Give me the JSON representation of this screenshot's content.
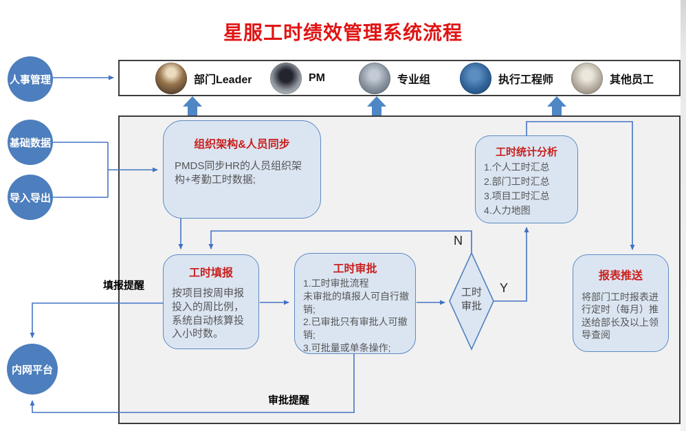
{
  "title": "星服工时绩效管理系统流程",
  "colors": {
    "title_red": "#e01414",
    "box_title_red": "#c9201d",
    "node_blue": "#4d7ebd",
    "connector_blue": "#4472c4",
    "box_fill": "#dbe5f2",
    "box_border": "#5c8ac0",
    "canvas_gray": "#f1f1f1"
  },
  "roles": [
    {
      "label": "部门Leader",
      "avatar": "dept-leader-photo"
    },
    {
      "label": "PM",
      "avatar": "pm-photo"
    },
    {
      "label": "专业组",
      "avatar": "professional-team-photo"
    },
    {
      "label": "执行工程师",
      "avatar": "field-engineer-photo"
    },
    {
      "label": "其他员工",
      "avatar": "other-staff-photo"
    }
  ],
  "left_nodes": [
    {
      "label": "人事管理"
    },
    {
      "label": "基础数据"
    },
    {
      "label": "导入导出"
    },
    {
      "label": "内网平台"
    }
  ],
  "boxes": {
    "org_sync": {
      "title": "组织架构&人员同步",
      "body": "PMDS同步HR的人员组织架构+考勤工时数据;"
    },
    "stats": {
      "title": "工时统计分析",
      "items": [
        "1.个人工时汇总",
        "2.部门工时汇总",
        "3.项目工时汇总",
        "4.人力地图"
      ]
    },
    "fill": {
      "title": "工时填报",
      "body": "按项目按周申报投入的周比例，系统自动核算投入小时数。"
    },
    "approve": {
      "title": "工时审批",
      "body": "1.工时审批流程\n未审批的填报人可自行撤销;\n2.已审批只有审批人可撤销;\n3.可批量或单条操作;"
    },
    "push": {
      "title": "报表推送",
      "body": "将部门工时报表进行定时（每月）推送给部长及以上领导查阅"
    }
  },
  "decision": {
    "line1": "工时",
    "line2": "审批",
    "no_label": "N",
    "yes_label": "Y"
  },
  "annotations": {
    "fill_reminder": "填报提醒",
    "approve_reminder": "审批提醒"
  }
}
